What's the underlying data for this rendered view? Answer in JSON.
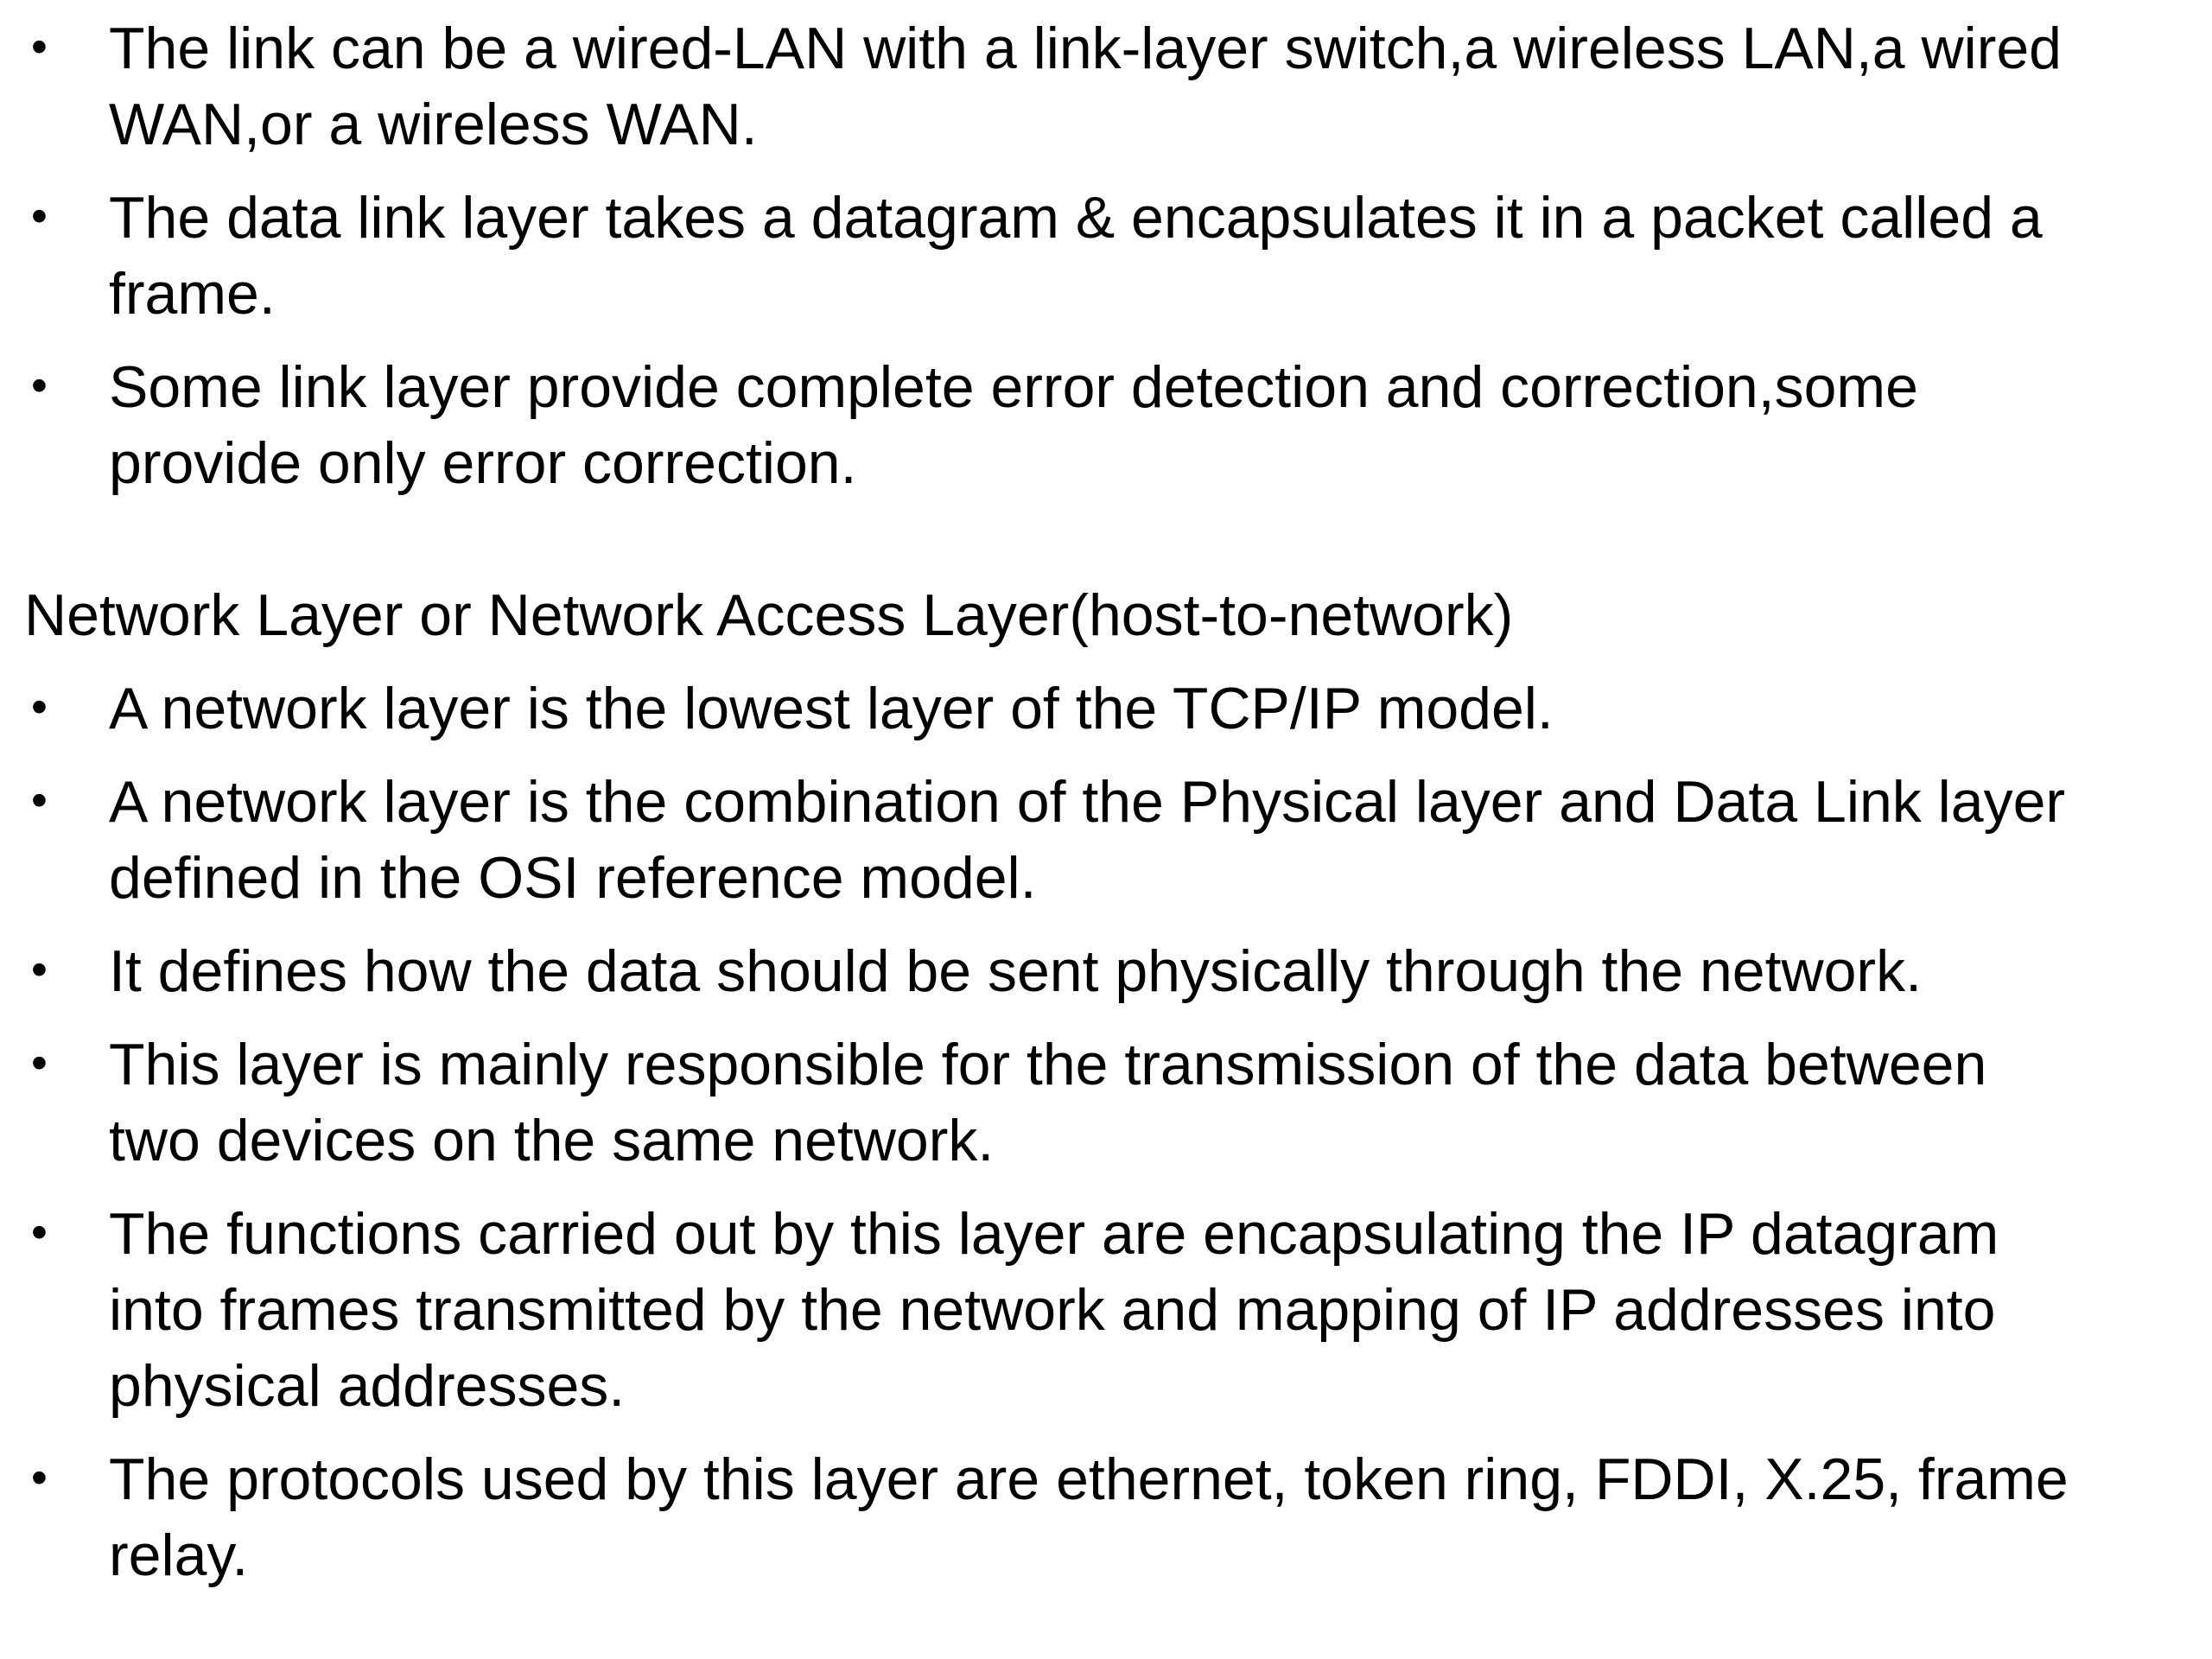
{
  "page": {
    "background_color": "#ffffff",
    "text_color": "#000000",
    "bullet_glyph": "•"
  },
  "content": {
    "intro_bullets": [
      "The link can be a wired-LAN with a link-layer switch,a wireless LAN,a wired\nWAN,or a wireless WAN.",
      "The data link layer takes a datagram & encapsulates it in a packet called a\nframe.",
      "Some link layer provide complete error detection and correction,some\nprovide only error correction."
    ],
    "section_heading": "Network Layer or Network Access Layer(host-to-network)",
    "network_bullets": [
      "A network layer is the lowest layer of the TCP/IP model.",
      "A network layer is the combination of the Physical layer and Data Link layer\ndefined in the OSI reference model.",
      "It defines how the data should be sent physically through the network.",
      "This layer is mainly responsible for the transmission of the data between\ntwo devices on the same network.",
      "The functions carried out by this layer are encapsulating the IP datagram\ninto frames transmitted by the network and mapping of IP addresses into\nphysical addresses.",
      "The protocols used by this layer are ethernet, token ring, FDDI, X.25, frame\nrelay."
    ]
  }
}
